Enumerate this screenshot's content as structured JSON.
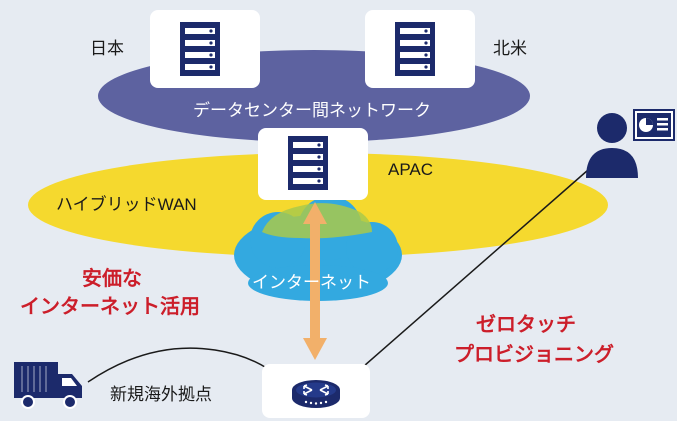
{
  "labels": {
    "japan": "日本",
    "north_america": "北米",
    "datacenter_network": "データセンター間ネットワーク",
    "apac": "APAC",
    "hybrid_wan": "ハイブリッドWAN",
    "internet": "インターネット",
    "cheap_internet_line1": "安価な",
    "cheap_internet_line2": "インターネット活用",
    "zero_touch_line1": "ゼロタッチ",
    "zero_touch_line2": "プロビジョニング",
    "new_overseas_site": "新規海外拠点"
  },
  "colors": {
    "background": "#e6ebf2",
    "datacenter_ellipse": "#5d62a0",
    "wan_ellipse": "#f5d92e",
    "internet_cloud": "#33a9e0",
    "arrow": "#f2b06a",
    "icon_navy": "#1c2a6b",
    "emphasis_red": "#cc1e2a"
  },
  "icons": [
    "server-icon",
    "server-icon",
    "server-icon",
    "router-icon",
    "truck-icon",
    "admin-user-icon",
    "dashboard-icon"
  ]
}
